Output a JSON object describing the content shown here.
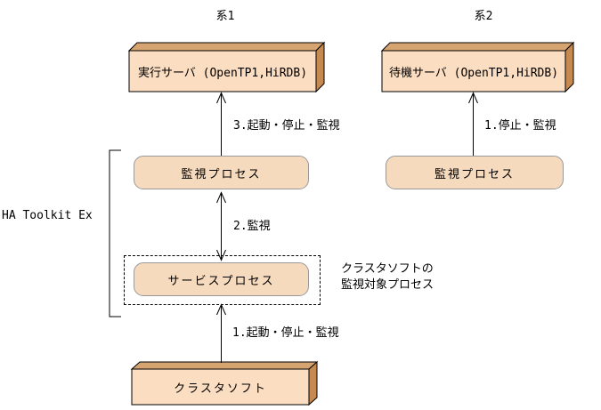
{
  "diagram": {
    "system_labels": {
      "left": "系1",
      "right": "系2"
    },
    "bracket_label": "HA Toolkit Ex",
    "nodes": {
      "exec_server": "実行サーバ (OpenTP1,HiRDB)",
      "standby_server": "待機サーバ (OpenTP1,HiRDB)",
      "monitor_process_left": "監視プロセス",
      "monitor_process_right": "監視プロセス",
      "service_process": "サービスプロセス",
      "cluster_software": "クラスタソフト"
    },
    "arrow_labels": {
      "left_top": "3.起動・停止・監視",
      "left_middle": "2.監視",
      "left_bottom": "1.起動・停止・監視",
      "right_top": "1.停止・監視"
    },
    "annotation": {
      "line1": "クラスタソフトの",
      "line2": "監視対象プロセス"
    },
    "colors": {
      "box_front": "#fbddc1",
      "box_top": "#d6a470",
      "box_side": "#c6894f",
      "round_fill": "#f6dabe",
      "round_border": "#999999",
      "line": "#000000"
    }
  }
}
